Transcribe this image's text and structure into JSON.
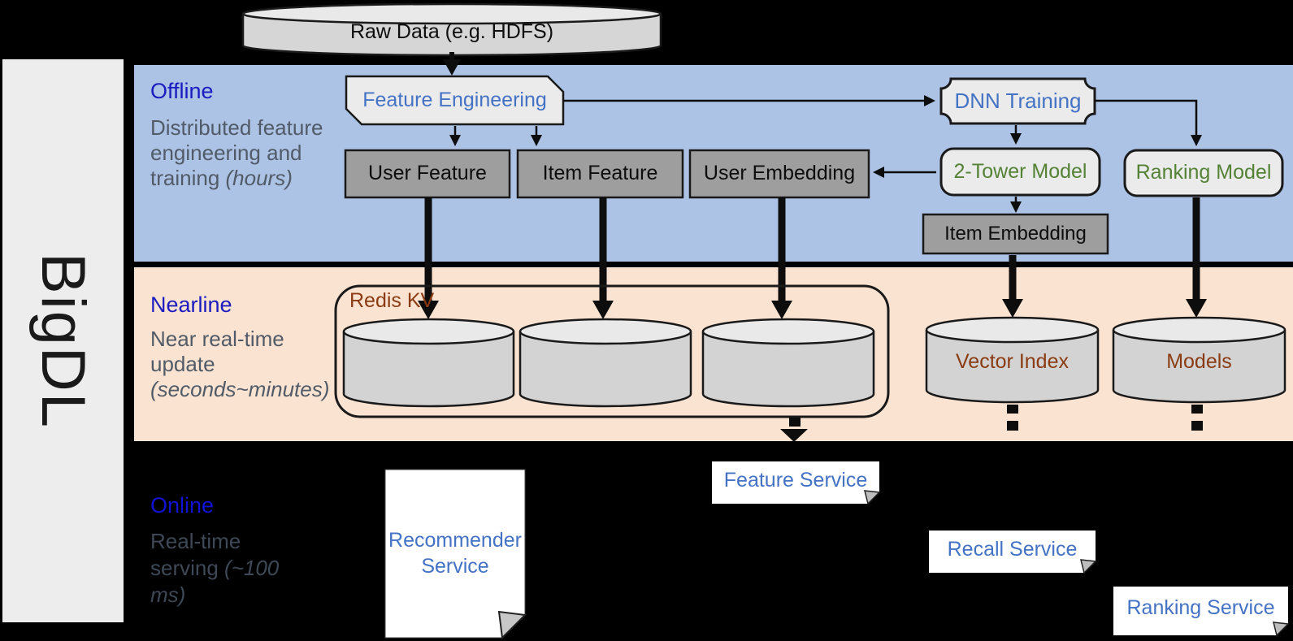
{
  "brand": {
    "label": "BigDL"
  },
  "raw_data": {
    "label": "Raw Data (e.g. HDFS)"
  },
  "colors": {
    "offline_band": "#adc3e5",
    "nearline_band": "#fbe3d2",
    "background": "#000000",
    "section_title_blue": "#1b1bc0",
    "node_text_blue": "#4472c4",
    "model_text_green": "#548235",
    "storage_text_brown": "#8a3b12",
    "dark_box_fill": "#9e9e9e",
    "light_shape_fill": "#ebebeb",
    "cylinder_fill": "#d3d3d3"
  },
  "offline": {
    "title": "Offline",
    "description": "Distributed feature engineering and training ",
    "description_italic": "(hours)",
    "nodes": {
      "feature_engineering": "Feature Engineering",
      "dnn_training": "DNN Training",
      "user_feature": "User Feature",
      "item_feature": "Item Feature",
      "user_embedding": "User Embedding",
      "two_tower_model": "2-Tower Model",
      "ranking_model": "Ranking Model",
      "item_embedding": "Item Embedding"
    }
  },
  "nearline": {
    "title": "Nearline",
    "description": "Near real-time update ",
    "description_italic": "(seconds~minutes)",
    "nodes": {
      "redis_kv": "Redis KV",
      "vector_index": "Vector Index",
      "models": "Models"
    }
  },
  "online": {
    "title": "Online",
    "description": "Real-time serving ",
    "description_italic": "(~100 ms)",
    "nodes": {
      "recommender_service": "Recommender Service",
      "feature_service": "Feature Service",
      "recall_service": "Recall Service",
      "ranking_service": "Ranking Service"
    }
  }
}
